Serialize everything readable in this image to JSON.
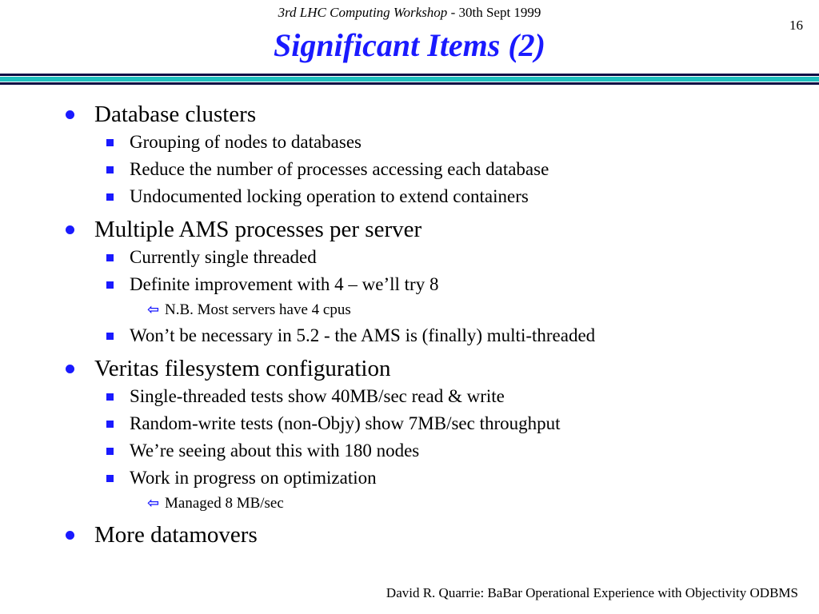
{
  "header": {
    "conference": "3rd LHC Computing Workshop",
    "separator": " - ",
    "date": "30th Sept 1999",
    "page_number": "16"
  },
  "title": "Significant Items (2)",
  "colors": {
    "title": "#1a1aff",
    "bullet": "#1a1aff",
    "rule_dark": "#0a0a44",
    "rule_teal": "#1fbfbf"
  },
  "bullets": [
    {
      "text": "Database clusters",
      "sub": [
        "Grouping of nodes to databases",
        "Reduce the number of processes accessing each database",
        "Undocumented locking operation to extend containers"
      ]
    },
    {
      "text": "Multiple AMS processes per server",
      "sub": [
        "Currently single threaded",
        "Definite improvement with 4 – we’ll try 8",
        "Won’t be necessary in 5.2 - the AMS is (finally) multi-threaded"
      ],
      "note_after_sub_1": "N.B. Most servers have 4 cpus"
    },
    {
      "text": "Veritas filesystem configuration",
      "sub": [
        "Single-threaded tests show 40MB/sec read & write",
        "Random-write tests (non-Objy) show 7MB/sec throughput",
        "We’re seeing about this with 180 nodes",
        "Work in progress on optimization"
      ],
      "note_after_sub_3": "Managed 8 MB/sec"
    },
    {
      "text": "More datamovers"
    }
  ],
  "footer": "David R. Quarrie: BaBar Operational Experience with Objectivity ODBMS"
}
